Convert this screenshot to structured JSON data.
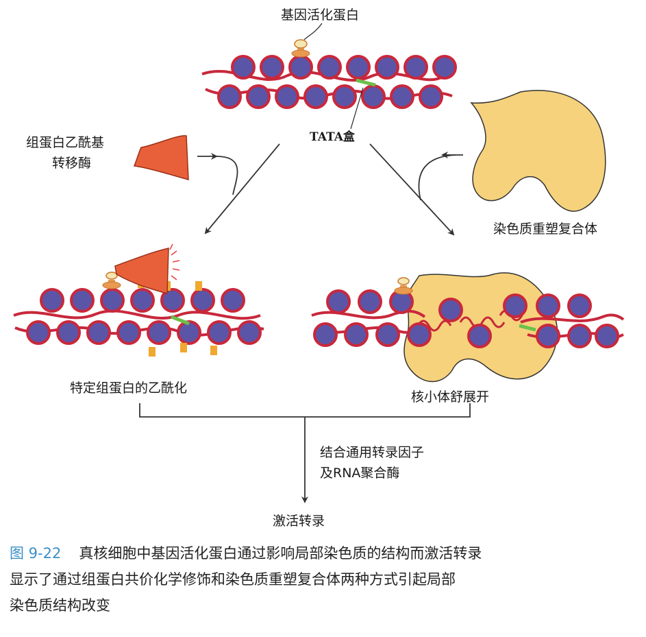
{
  "labels": {
    "activator": "基因活化蛋白",
    "tata": "TATA盒",
    "hat": [
      "组蛋白乙酰基",
      "转移酶"
    ],
    "remodeler": "染色质重塑复合体",
    "acetylation": "特定组蛋白的乙酰化",
    "unfolding": "核小体舒展开",
    "gtf": [
      "结合通用转录因子",
      "及RNA聚合酶"
    ],
    "result": "激活转录"
  },
  "caption": {
    "number": "图 9-22",
    "lines": [
      "真核细胞中基因活化蛋白通过影响局部染色质的结构而激活转录",
      "显示了通过组蛋白共价化学修饰和染色质重塑复合体两种方式引起局部",
      "染色质结构改变"
    ]
  },
  "colors": {
    "nucleosome_fill": "#5b55a8",
    "nucleosome_ring": "#c8283c",
    "dna": "#c8283c",
    "tata": "#6cbf4a",
    "hat": "#e8603a",
    "remodeler": "#f6d27c",
    "acetyl_tag": "#f0a830",
    "activator": "#e89a50"
  }
}
